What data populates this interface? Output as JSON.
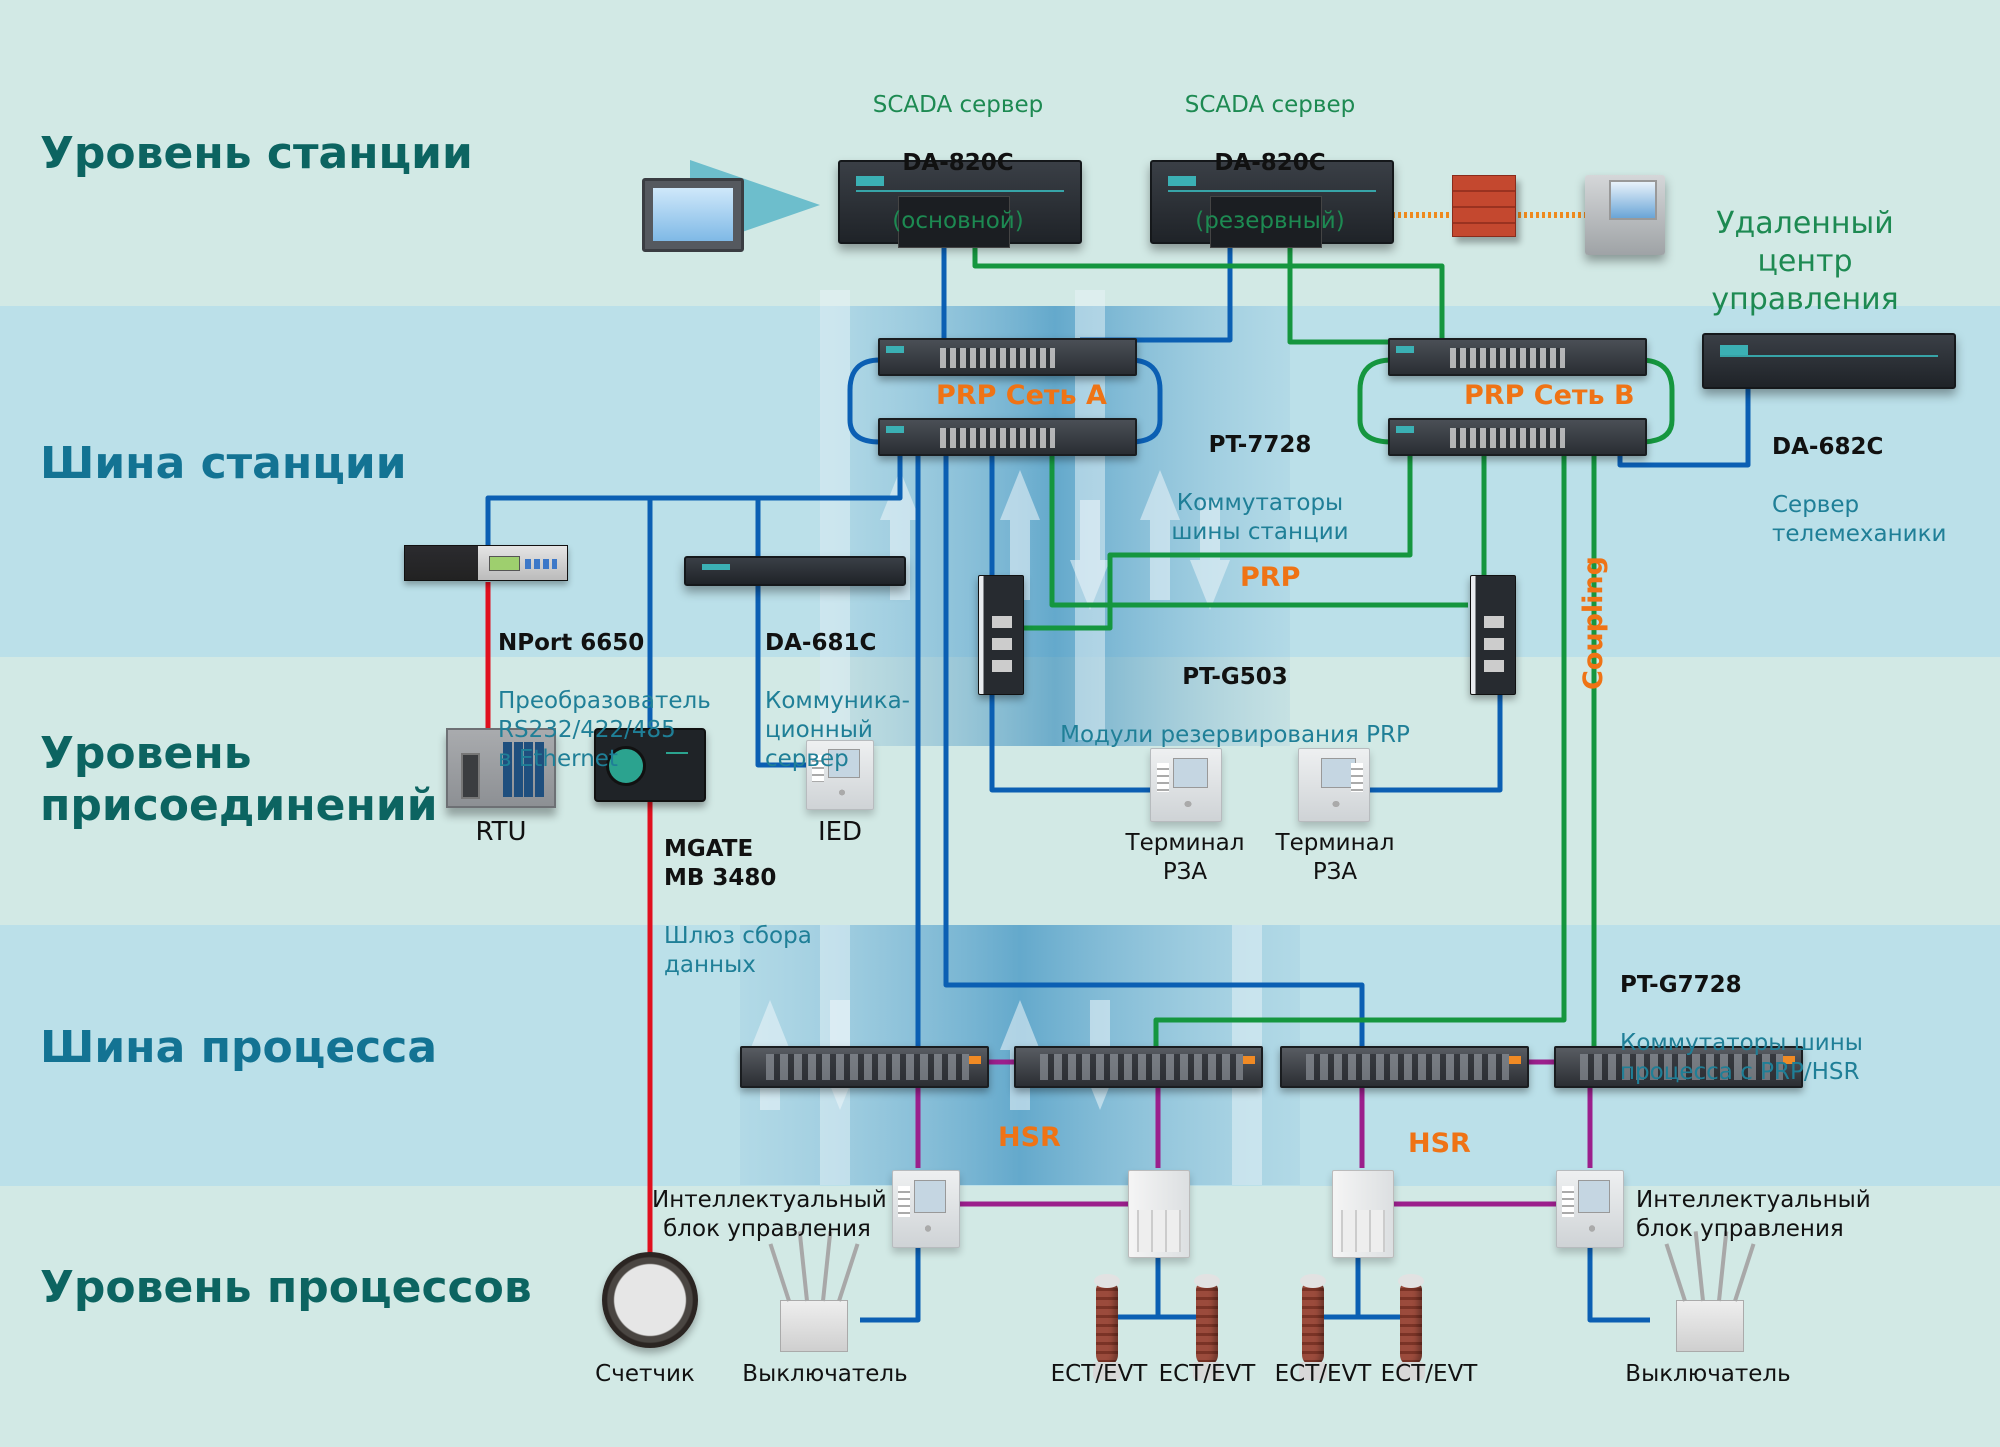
{
  "diagram": {
    "levels": [
      {
        "id": "station-level",
        "label": "Уровень станции"
      },
      {
        "id": "station-bus",
        "label": "Шина станции"
      },
      {
        "id": "bay-level",
        "label": "Уровень\nприсоединений"
      },
      {
        "id": "process-bus",
        "label": "Шина процесса"
      },
      {
        "id": "process-level",
        "label": "Уровень процессов"
      }
    ],
    "devices": {
      "scada_main": {
        "title": "SCADA сервер",
        "model": "DA-820C",
        "role": "(основной)"
      },
      "scada_backup": {
        "title": "SCADA сервер",
        "model": "DA-820C",
        "role": "(резервный)"
      },
      "remote_center": {
        "label": "Удаленный\nцентр управления"
      },
      "station_switches": {
        "model": "PT-7728",
        "desc": "Коммутаторы\nшины станции"
      },
      "telemechanics": {
        "model": "DA-682C",
        "desc": "Сервер\nтелемеханики"
      },
      "nport": {
        "model": "NPort 6650",
        "desc": "Преобразователь\nRS232/422/485\nв Ethernet"
      },
      "da681c": {
        "model": "DA-681C",
        "desc": "Коммуника-\nционный\nсервер"
      },
      "prp_modules": {
        "model": "PT-G503",
        "desc": "Модули резервирования PRP"
      },
      "rtu": {
        "label": "RTU"
      },
      "mgate": {
        "model": "MGATE\nMB 3480",
        "desc": "Шлюз сбора\nданных"
      },
      "ied": {
        "label": "IED"
      },
      "relay1": {
        "label": "Терминал\nРЗА"
      },
      "relay2": {
        "label": "Терминал\nРЗА"
      },
      "process_switches": {
        "model": "PT-G7728",
        "desc": "Коммутаторы шины\nпроцесса с PRP/HSR"
      },
      "ied_left": {
        "label": "Интеллектуальный\nблок управления"
      },
      "ied_right": {
        "label": "Интеллектуальный\nблок управления"
      },
      "meter": {
        "label": "Счетчик"
      },
      "breaker_left": {
        "label": "Выключатель"
      },
      "breaker_right": {
        "label": "Выключатель"
      },
      "ect1": {
        "label": "ECT/EVT"
      },
      "ect2": {
        "label": "ECT/EVT"
      },
      "ect3": {
        "label": "ECT/EVT"
      },
      "ect4": {
        "label": "ECT/EVT"
      }
    },
    "network_labels": {
      "prp_a": "PRP Сеть A",
      "prp_b": "PRP Сеть B",
      "prp": "PRP",
      "coupling": "Coupling",
      "hsr_left": "HSR",
      "hsr_right": "HSR"
    },
    "colors": {
      "level_title_green": "#0c6461",
      "level_title_blue": "#137393",
      "band_light": "#d2e9e5",
      "band_blue": "#bbe0e9",
      "wire_blue": "#0b5fb3",
      "wire_green": "#15963f",
      "wire_red": "#e0101e",
      "wire_purple": "#9b1f8c",
      "wire_orange": "#ef8a1e",
      "accent_orange": "#ef7315",
      "description_text": "#1f7f97",
      "scada_text": "#1d8a52"
    }
  }
}
